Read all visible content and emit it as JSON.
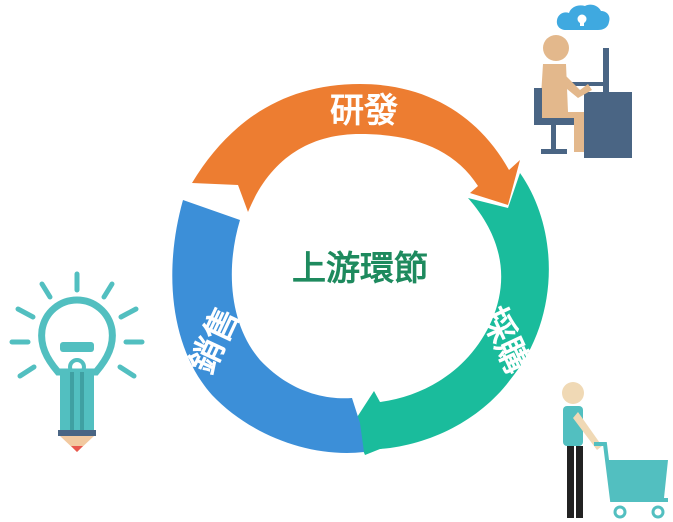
{
  "diagram": {
    "center_label": "上游環節",
    "segments": [
      {
        "id": "rd",
        "label": "研發",
        "color": "#ED7D31"
      },
      {
        "id": "procurement",
        "label": "採購",
        "color": "#1ABC9C"
      },
      {
        "id": "marketing",
        "label": "銷售",
        "color": "#3C8FD8"
      }
    ]
  },
  "colors": {
    "center_text": "#1E8A5E",
    "icon_slate": "#4A6584",
    "icon_skin": "#E3B88C",
    "icon_teal": "#52BFC0",
    "icon_dark": "#222222",
    "cloud_blue": "#3FA9E0"
  },
  "icons": [
    "cloud-icon",
    "person-at-computer-icon",
    "lightbulb-pencil-icon",
    "person-shopping-cart-icon"
  ]
}
